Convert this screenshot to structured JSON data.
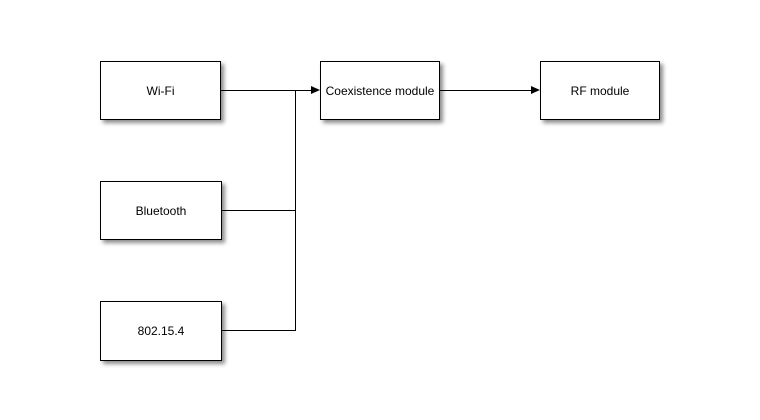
{
  "diagram": {
    "nodes": {
      "wifi": {
        "label": "Wi-Fi"
      },
      "bluetooth": {
        "label": "Bluetooth"
      },
      "zigbee": {
        "label": "802.15.4"
      },
      "coexistence": {
        "label": "Coexistence module"
      },
      "rf": {
        "label": "RF module"
      }
    },
    "edges": [
      {
        "from": "wifi",
        "to": "coexistence",
        "arrow": true
      },
      {
        "from": "bluetooth",
        "to": "coexistence",
        "arrow": true
      },
      {
        "from": "zigbee",
        "to": "coexistence",
        "arrow": true
      },
      {
        "from": "coexistence",
        "to": "rf",
        "arrow": true
      }
    ]
  },
  "colors": {
    "background": "#ffffff",
    "box_fill": "#ffffff",
    "box_border": "#000000",
    "line": "#000000",
    "shadow": "rgba(0,0,0,0.45)",
    "text": "#000000"
  }
}
